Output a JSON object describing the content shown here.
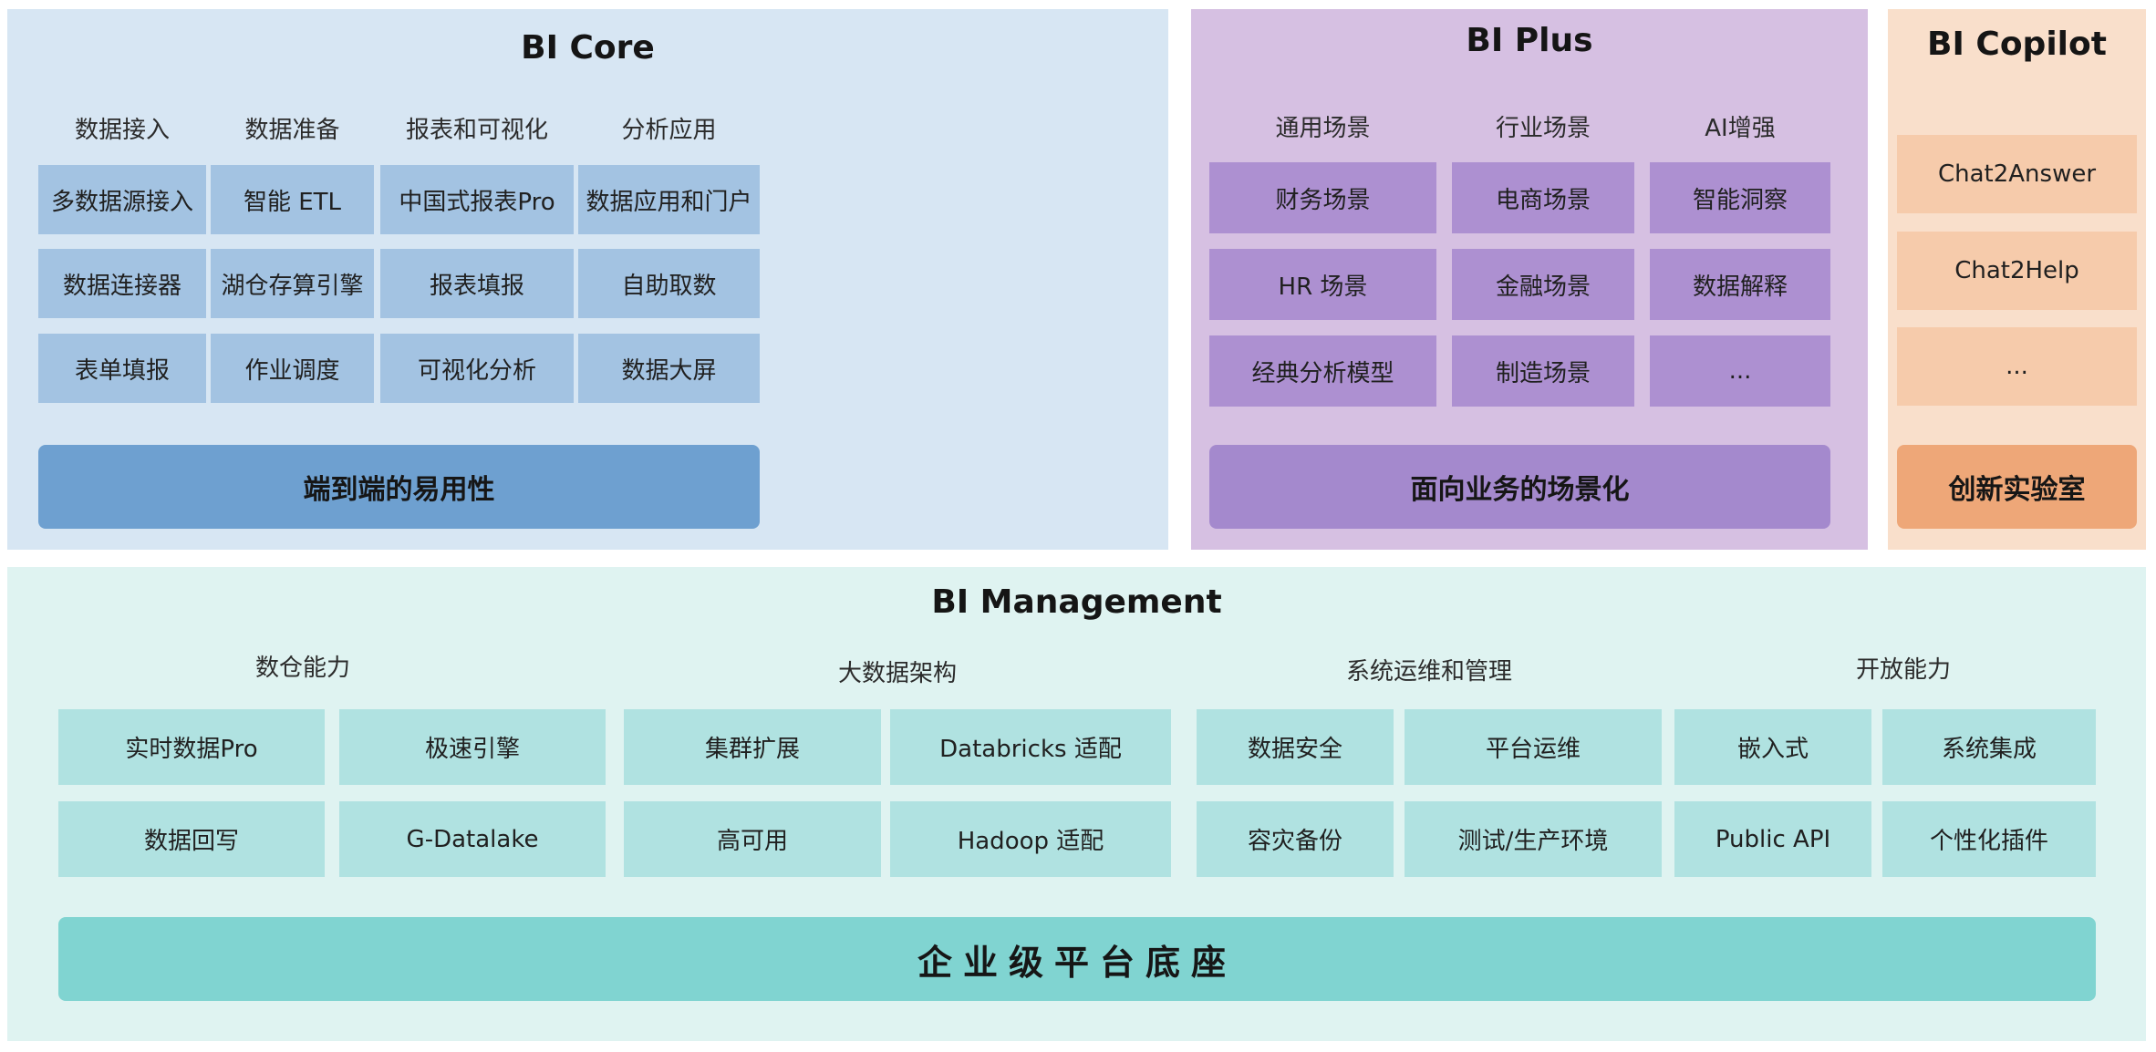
{
  "core": {
    "title": "BI Core",
    "columns": [
      {
        "header": "数据接入",
        "items": [
          "多数据源接入",
          "数据连接器",
          "表单填报"
        ]
      },
      {
        "header": "数据准备",
        "items": [
          "智能 ETL",
          "湖仓存算引擎",
          "作业调度"
        ]
      },
      {
        "header": "报表和可视化",
        "items": [
          "中国式报表Pro",
          "报表填报",
          "可视化分析"
        ]
      },
      {
        "header": "分析应用",
        "items": [
          "数据应用和门户",
          "自助取数",
          "数据大屏"
        ]
      }
    ],
    "bar": "端到端的易用性"
  },
  "plus": {
    "title": "BI Plus",
    "columns": [
      {
        "header": "通用场景",
        "items": [
          "财务场景",
          "HR 场景",
          "经典分析模型"
        ]
      },
      {
        "header": "行业场景",
        "items": [
          "电商场景",
          "金融场景",
          "制造场景"
        ]
      },
      {
        "header": "AI增强",
        "items": [
          "智能洞察",
          "数据解释",
          "..."
        ]
      }
    ],
    "bar": "面向业务的场景化"
  },
  "copilot": {
    "title": "BI Copilot",
    "items": [
      "Chat2Answer",
      "Chat2Help",
      "..."
    ],
    "bar": "创新实验室"
  },
  "mgmt": {
    "title": "BI Management",
    "groups": [
      {
        "header": "数仓能力",
        "items": [
          "实时数据Pro",
          "极速引擎",
          "数据回写",
          "G-Datalake"
        ]
      },
      {
        "header": "大数据架构",
        "items": [
          "集群扩展",
          "Databricks 适配",
          "高可用",
          "Hadoop 适配"
        ]
      },
      {
        "header": "系统运维和管理",
        "items": [
          "数据安全",
          "平台运维",
          "容灾备份",
          "测试/生产环境"
        ]
      },
      {
        "header": "开放能力",
        "items": [
          "嵌入式",
          "系统集成",
          "Public API",
          "个性化插件"
        ]
      }
    ],
    "bar": "企业级平台底座"
  }
}
